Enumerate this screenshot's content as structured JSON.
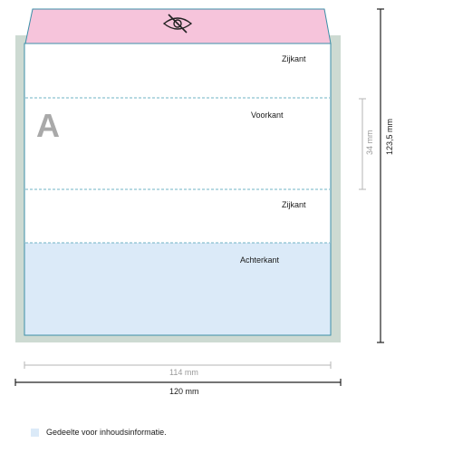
{
  "labels": {
    "panel_zijkant_top": "Zijkant",
    "panel_voorkant": "Voorkant",
    "panel_zijkant_bottom": "Zijkant",
    "panel_achterkant": "Achterkant",
    "big_letter": "A"
  },
  "dimensions": {
    "inner_width": "114 mm",
    "outer_width": "120 mm",
    "height": "123,5 mm",
    "front_height": "34 mm"
  },
  "legend": {
    "text": "Gedeelte voor inhoudsinformatie."
  },
  "icons": {
    "flap": "eye-slash-icon"
  },
  "colors": {
    "flap_fill": "#f6c4db",
    "outer_fill": "#cddad2",
    "inner_outline": "#3c8fa8",
    "content_fill": "#dbeaf8",
    "fold_line": "#6fb3c4"
  }
}
